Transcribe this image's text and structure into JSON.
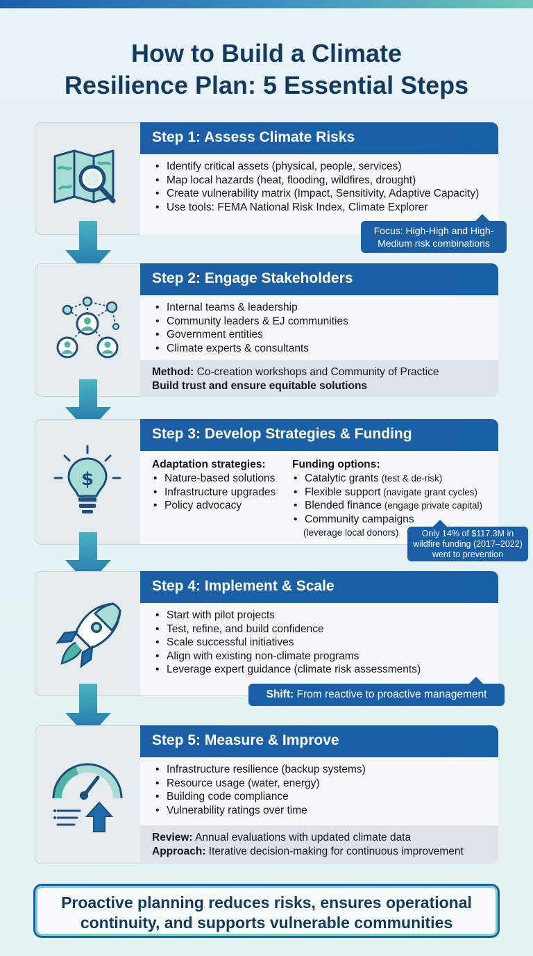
{
  "title": {
    "line1": "How to Build a Climate",
    "line2": "Resilience Plan: 5 Essential Steps"
  },
  "steps": [
    {
      "heading": "Step 1: Assess Climate Risks",
      "icon": "map-magnifier-icon",
      "bullets": [
        "Identify critical assets (physical, people, services)",
        "Map local hazards (heat, flooding, wildfires, drought)",
        "Create vulnerability matrix (Impact, Sensitivity, Adaptive Capacity)",
        "Use tools: FEMA National Risk Index, Climate Explorer"
      ],
      "callout": {
        "line1": "Focus: High-High and High-",
        "line2": "Medium risk combinations"
      }
    },
    {
      "heading": "Step 2: Engage Stakeholders",
      "icon": "network-people-icon",
      "bullets": [
        "Internal teams & leadership",
        "Community leaders & EJ communities",
        "Government entities",
        "Climate experts & consultants"
      ],
      "note": {
        "label": "Method:",
        "text": " Co-creation workshops and Community of Practice",
        "line2": "Build trust and ensure equitable solutions"
      }
    },
    {
      "heading": "Step 3: Develop Strategies & Funding",
      "icon": "lightbulb-dollar-icon",
      "left_header": "Adaptation strategies:",
      "left_bullets": [
        "Nature-based solutions",
        "Infrastructure upgrades",
        "Policy advocacy"
      ],
      "right_header": "Funding options:",
      "right_bullets": [
        {
          "main": "Catalytic grants",
          "sub": " (test & de-risk)"
        },
        {
          "main": "Flexible support",
          "sub": " (navigate grant cycles)"
        },
        {
          "main": "Blended finance",
          "sub": " (engage private capital)"
        },
        {
          "main": "Community campaigns",
          "sub": ""
        }
      ],
      "right_tail": "(leverage local donors)",
      "callout": {
        "line1": "Only 14% of $117.3M in",
        "line2": "wildfire funding (2017–2022)",
        "line3": "went to prevention"
      }
    },
    {
      "heading": "Step 4: Implement & Scale",
      "icon": "rocket-icon",
      "bullets": [
        "Start with pilot projects",
        "Test, refine, and build confidence",
        "Scale successful initiatives",
        "Align with existing non-climate programs",
        "Leverage expert guidance (climate risk assessments)"
      ],
      "callout": {
        "label": "Shift:",
        "text": " From reactive to proactive management"
      }
    },
    {
      "heading": "Step 5: Measure & Improve",
      "icon": "gauge-growth-icon",
      "bullets": [
        "Infrastructure resilience (backup systems)",
        "Resource usage (water, energy)",
        "Building code compliance",
        "Vulnerability ratings over time"
      ],
      "note": {
        "label": "Review:",
        "text": " Annual evaluations with updated climate data",
        "label2": "Approach:",
        "text2": " Iterative decision-making for continuous improvement"
      }
    }
  ],
  "footer": {
    "line1": "Proactive planning reduces risks, ensures operational",
    "line2": "continuity, and supports vulnerable communities"
  },
  "colors": {
    "header_blue": "#1c5ea3",
    "title_navy": "#123a5e",
    "accent_teal": "#6fc7b9"
  }
}
